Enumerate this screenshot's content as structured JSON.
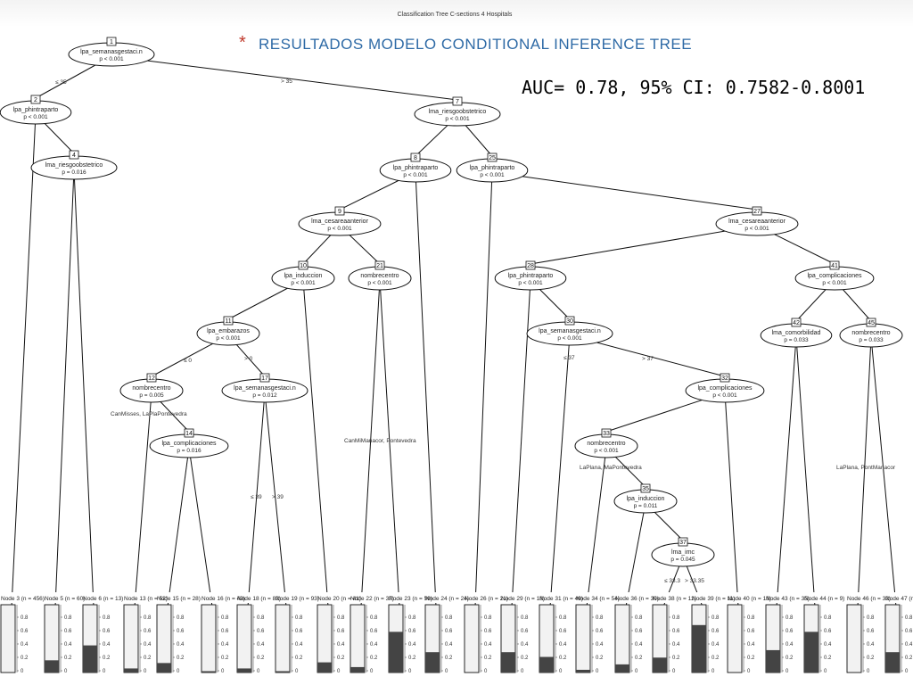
{
  "slide": {
    "title": "RESULTADOS MODELO CONDITIONAL INFERENCE TREE",
    "title_marker": "*",
    "auc": "AUC= 0.78, 95% CI: 0.7582-0.8001",
    "subtitle": "Classification Tree C-sections 4 Hospitals"
  },
  "colors": {
    "title": "#2e6aa6",
    "marker": "#c0392b",
    "bar_dark": "#444444",
    "bar_light": "#f2f2f2"
  },
  "tree": {
    "nodes": [
      {
        "id": "1",
        "name": "lpa_semanasgestaci.n",
        "p": "p < 0.001"
      },
      {
        "id": "2",
        "name": "lpa_phintraparto",
        "p": "p < 0.001"
      },
      {
        "id": "4",
        "name": "lma_riesgoobstetrico",
        "p": "p = 0.016"
      },
      {
        "id": "7",
        "name": "lma_riesgoobstetrico",
        "p": "p < 0.001"
      },
      {
        "id": "8",
        "name": "lpa_phintraparto",
        "p": "p < 0.001"
      },
      {
        "id": "9",
        "name": "lma_cesareaanterior",
        "p": "p < 0.001"
      },
      {
        "id": "10",
        "name": "lpa_induccion",
        "p": "p < 0.001"
      },
      {
        "id": "11",
        "name": "lpa_embarazos",
        "p": "p < 0.001"
      },
      {
        "id": "12",
        "name": "nombrecentro",
        "p": "p = 0.005"
      },
      {
        "id": "14",
        "name": "lpa_complicaciones",
        "p": "p = 0.016"
      },
      {
        "id": "17",
        "name": "lpa_semanasgestaci.n",
        "p": "p = 0.012"
      },
      {
        "id": "21",
        "name": "nombrecentro",
        "p": "p < 0.001"
      },
      {
        "id": "25",
        "name": "lpa_phintraparto",
        "p": "p < 0.001"
      },
      {
        "id": "27",
        "name": "lma_cesareaanterior",
        "p": "p < 0.001"
      },
      {
        "id": "28",
        "name": "lpa_phintraparto",
        "p": "p < 0.001"
      },
      {
        "id": "30",
        "name": "lpa_semanasgestaci.n",
        "p": "p < 0.001"
      },
      {
        "id": "32",
        "name": "lpa_complicaciones",
        "p": "p < 0.001"
      },
      {
        "id": "33",
        "name": "nombrecentro",
        "p": "p < 0.001"
      },
      {
        "id": "35",
        "name": "lpa_induccion",
        "p": "p = 0.011"
      },
      {
        "id": "37",
        "name": "lma_imc",
        "p": "p = 0.045"
      },
      {
        "id": "41",
        "name": "lpa_complicaciones",
        "p": "p < 0.001"
      },
      {
        "id": "42",
        "name": "lma_comorbilidad",
        "p": "p = 0.033"
      },
      {
        "id": "45",
        "name": "nombrecentro",
        "p": "p = 0.033"
      }
    ],
    "edge_labels": [
      {
        "key": "1-2",
        "text": "≤ 35"
      },
      {
        "key": "1-7",
        "text": "> 35"
      },
      {
        "key": "11-12",
        "text": "≤ 0"
      },
      {
        "key": "11-17",
        "text": "> 0"
      },
      {
        "key": "12-left",
        "text": "CanMisses, LaPlaPontevedra"
      },
      {
        "key": "17-left",
        "text": "≤ 39"
      },
      {
        "key": "17-right",
        "text": "> 39"
      },
      {
        "key": "21-left",
        "text": "CanMiManacor, Pontevedra"
      },
      {
        "key": "30-left",
        "text": "≤ 37"
      },
      {
        "key": "30-32",
        "text": "> 37"
      },
      {
        "key": "33-left",
        "text": "LaPlana, MaPontevedra"
      },
      {
        "key": "37-left",
        "text": "≤ 33.3"
      },
      {
        "key": "37-right",
        "text": "> 33.35"
      },
      {
        "key": "45-left",
        "text": "LaPlana, PontManacor"
      }
    ],
    "axis_ticks": [
      "0.8",
      "0.6",
      "0.4",
      "0.2",
      "0"
    ],
    "leaves": [
      {
        "label": "Node 3 (n = 456)",
        "value": 0.0
      },
      {
        "label": "Node 5 (n = 60)",
        "value": 0.18
      },
      {
        "label": "Node 6 (n = 13)",
        "value": 0.4
      },
      {
        "label": "Node 13 (n = 52)",
        "value": 0.06
      },
      {
        "label": "Node 15 (n = 28)",
        "value": 0.14
      },
      {
        "label": "Node 16 (n = 49)",
        "value": 0.02
      },
      {
        "label": "Node 18 (n = 82)",
        "value": 0.06
      },
      {
        "label": "Node 19 (n = 93)",
        "value": 0.02
      },
      {
        "label": "Node 20 (n = 41)",
        "value": 0.15
      },
      {
        "label": "Node 22 (n = 37)",
        "value": 0.08
      },
      {
        "label": "Node 23 (n = 59)",
        "value": 0.6
      },
      {
        "label": "Node 24 (n = 24)",
        "value": 0.3
      },
      {
        "label": "Node 26 (n = 21)",
        "value": 0.0
      },
      {
        "label": "Node 29 (n = 18)",
        "value": 0.3
      },
      {
        "label": "Node 31 (n = 49)",
        "value": 0.23
      },
      {
        "label": "Node 34 (n = 54)",
        "value": 0.04
      },
      {
        "label": "Node 36 (n = 30)",
        "value": 0.12
      },
      {
        "label": "Node 38 (n = 12)",
        "value": 0.22
      },
      {
        "label": "Node 39 (n = 11)",
        "value": 0.7
      },
      {
        "label": "Node 40 (n = 16)",
        "value": 0.0
      },
      {
        "label": "Node 43 (n = 35)",
        "value": 0.33
      },
      {
        "label": "Node 44 (n = 9)",
        "value": 0.6
      },
      {
        "label": "Node 46 (n = 32)",
        "value": 0.0
      },
      {
        "label": "Node 47 (n = 14)",
        "value": 0.3
      }
    ]
  }
}
